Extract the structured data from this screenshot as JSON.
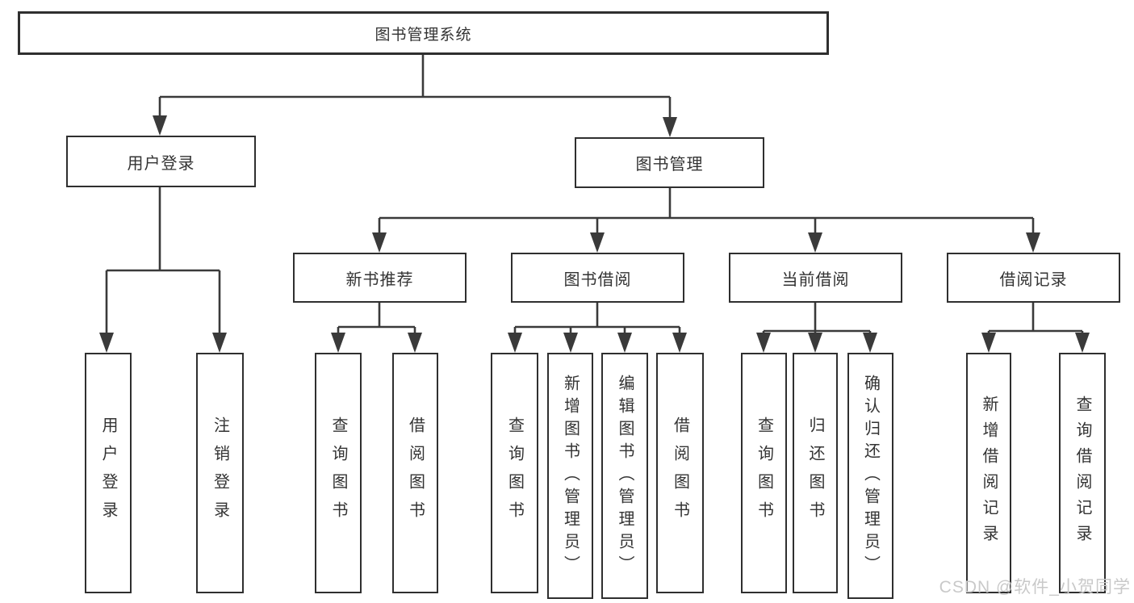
{
  "nodes": {
    "root": {
      "label": "图书管理系统"
    },
    "user_login": {
      "label": "用户登录",
      "children": [
        "用户登录",
        "注销登录"
      ]
    },
    "book_management": {
      "label": "图书管理"
    },
    "new_book_recommend": {
      "label": "新书推荐",
      "children": [
        "查询图书",
        "借阅图书"
      ]
    },
    "book_borrow": {
      "label": "图书借阅",
      "children": [
        "查询图书",
        "新增图书（管理员）",
        "编辑图书（管理员）",
        "借阅图书"
      ]
    },
    "current_borrow": {
      "label": "当前借阅",
      "children": [
        "查询图书",
        "归还图书",
        "确认归还（管理员）"
      ]
    },
    "borrow_records": {
      "label": "借阅记录",
      "children": [
        "新增借阅记录",
        "查询借阅记录"
      ]
    }
  },
  "watermark": "CSDN @软件_小贺同学",
  "colors": {
    "line": "#3a3a3a",
    "border": "#2f2f2f",
    "text": "#333333",
    "background": "#ffffff",
    "watermark": "#c9c9c9"
  }
}
